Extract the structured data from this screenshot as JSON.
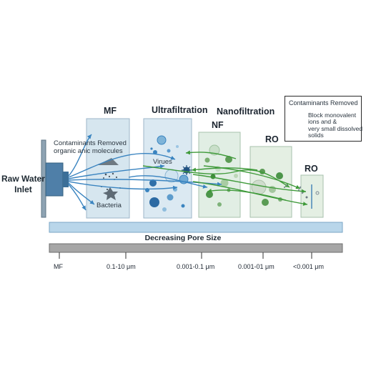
{
  "inlet_label": "Raw Water\nInlet",
  "stages": [
    {
      "name": "MF",
      "filter": "#d6e6ef"
    },
    {
      "name": "Ultrafiltration",
      "filter": "#dbe9f2"
    },
    {
      "name": "Nanofiltration",
      "filter": "#e1eee4"
    },
    {
      "name": "NF",
      "filter": "#e1eee4"
    },
    {
      "name": "RO",
      "filter": "#e4efe3"
    },
    {
      "name": "RO",
      "filter": "#e4efe3"
    }
  ],
  "mf_annotation": "Contaminants Removed\norganic anic molecules",
  "mf_item_bacteria": "Bacteria",
  "uf_item_viruses": "Virues",
  "legend": {
    "title": "Contaminants Removed",
    "text": "Block monovalent\nions and &\nvery small dissolved\nsolids"
  },
  "pore_size_label": "Decreasing Pore Size",
  "scale_ticks": [
    "MF",
    "0.1-10 μm",
    "0.001-0.1 μm",
    "0.001-01 μm",
    "<0.001 μm"
  ],
  "colors": {
    "blue_flow": "#3a84c0",
    "green_flow": "#3f9a3a",
    "bar": "#b9d6ea",
    "scale_bar": "#a6a6a6"
  }
}
